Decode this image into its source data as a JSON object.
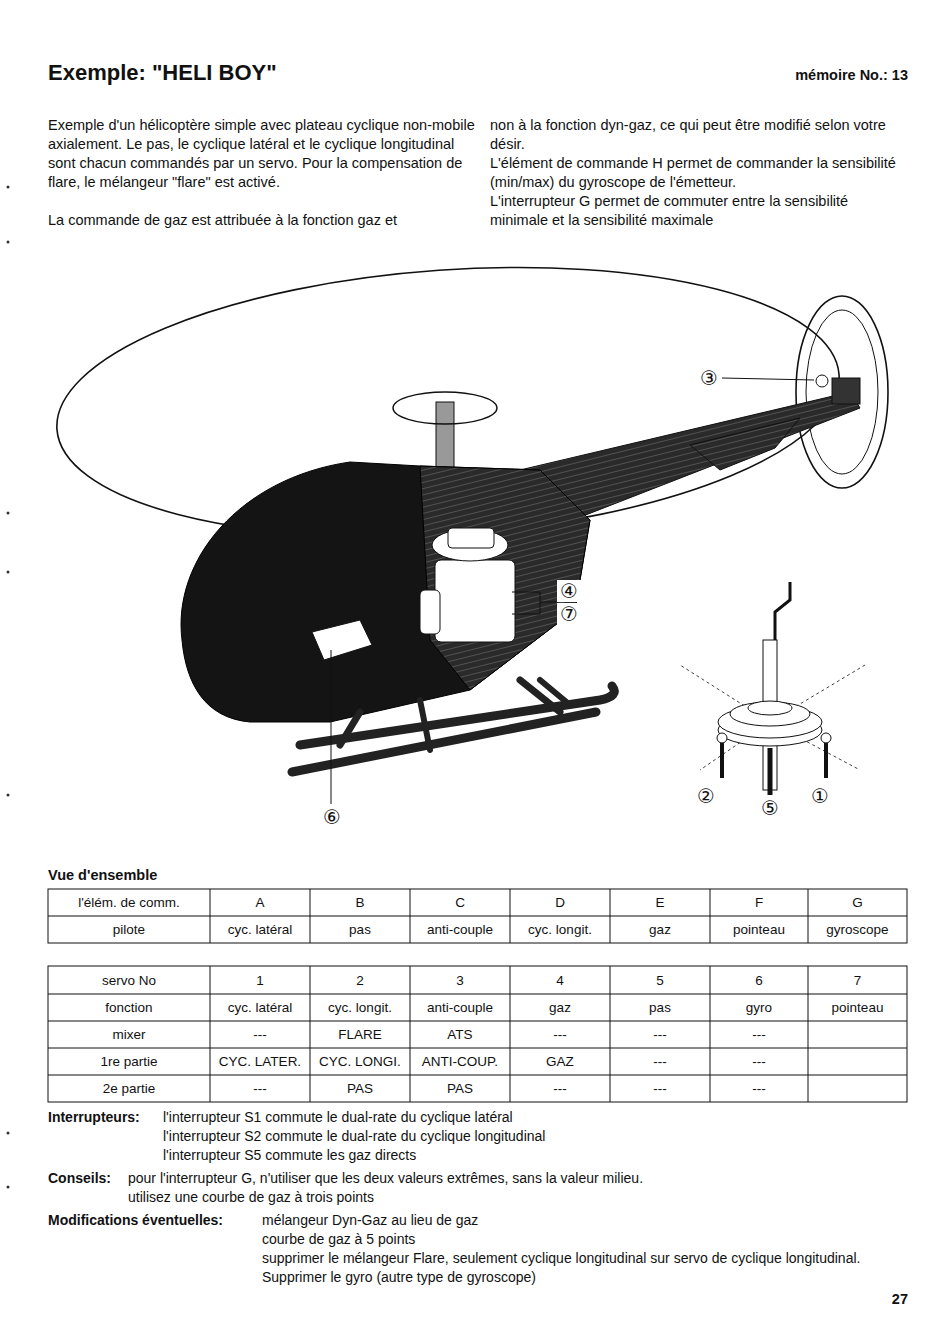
{
  "diagram": {
    "title": "Exemple: \"HELI BOY\"",
    "labels": [
      "mémoire No.: 13",
      "Exemple d'un hélicoptère simple avec plateau cyclique non-mobile axialement. Le pas, le cyclique latéral et le cyclique longitudinal sont chacun commandés par un servo. Pour la compensation de flare, le mélangeur \"flare\" est activé.",
      "La commande de gaz est attribuée à la fonction gaz et",
      "non à la fonction dyn-gaz, ce qui peut être modifié selon votre désir.",
      "L'élément de commande H permet de commander la sensibilité (min/max) du gyroscope de l'émetteur.",
      "L'interrupteur G permet de commuter entre la sensibilité minimale et la sensibilité maximale",
      "③",
      "④",
      "⑦",
      "⑥",
      "②",
      "⑤",
      "①",
      "Vue d'ensemble",
      "l'élém. de comm.",
      "A",
      "B",
      "C",
      "D",
      "E",
      "F",
      "G",
      "pilote",
      "cyc. latéral",
      "pas",
      "anti-couple",
      "cyc. longit.",
      "gaz",
      "pointeau",
      "gyroscope",
      "servo No",
      "1",
      "2",
      "3",
      "4",
      "5",
      "6",
      "7",
      "fonction",
      "cyc. latéral",
      "cyc. longit.",
      "anti-couple",
      "gaz",
      "pas",
      "gyro",
      "pointeau",
      "mixer",
      "---",
      "FLARE",
      "ATS",
      "---",
      "---",
      "---",
      "1re partie",
      "CYC. LATER.",
      "CYC. LONGI.",
      "ANTI-COUP.",
      "GAZ",
      "---",
      "---",
      "2e partie",
      "---",
      "PAS",
      "PAS",
      "---",
      "---",
      "---",
      "Interrupteurs:",
      "l'interrupteur S1 commute le dual-rate du cyclique latéral",
      "l'interrupteur S2 commute le dual-rate du cyclique longitudinal",
      "l'interrupteur S5 commute les gaz directs",
      "Conseils:",
      "pour l'interrupteur G, n'utiliser que les deux valeurs extrêmes, sans la valeur milieu.",
      "utilisez une courbe de gaz à trois points",
      "Modifications éventuelles:",
      "mélangeur Dyn-Gaz au lieu de gaz",
      "courbe de gaz à 5 points",
      "supprimer le mélangeur Flare, seulement cyclique longitudinal sur servo de cyclique longitudinal. Supprimer le gyro (autre type de gyroscope)",
      "27"
    ]
  }
}
